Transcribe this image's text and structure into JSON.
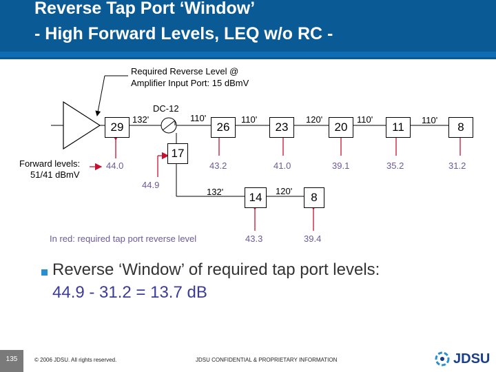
{
  "header": {
    "title_line1": "Reverse Tap Port ‘Window’",
    "title_line2": "- High Forward Levels, LEQ w/o RC -"
  },
  "diagram": {
    "required_level_line1": "Required Reverse Level @",
    "required_level_line2": "Amplifier Input Port: 15 dBmV",
    "coupler_label": "DC-12",
    "forward_levels_line1": "Forward levels:",
    "forward_levels_line2": "51/41 dBmV",
    "taps": [
      "29",
      "26",
      "23",
      "20",
      "11",
      "8",
      "17",
      "14",
      "8"
    ],
    "cable_lengths": [
      "132'",
      "110'",
      "110'",
      "120'",
      "110'",
      "110'",
      "132'",
      "120'"
    ],
    "required_tap_levels": [
      "44.0",
      "43.2",
      "41.0",
      "39.1",
      "35.2",
      "31.2",
      "44.9",
      "43.3",
      "39.4"
    ],
    "legend": "In red: required tap port reverse level"
  },
  "bullet": {
    "line1": "Reverse ‘Window’ of required tap port levels:",
    "line2": "44.9 - 31.2 = 13.7 dB"
  },
  "footer": {
    "slide_number": "135",
    "copyright": "© 2006 JDSU. All rights reserved.",
    "confidential": "JDSU CONFIDENTIAL & PROPRIETARY INFORMATION",
    "logo_text": "JDSU"
  },
  "colors": {
    "header": "#0a5a96",
    "arrow_red": "#c8102e",
    "value_text": "#6a5a9a",
    "bullet": "#2a8fd0"
  }
}
